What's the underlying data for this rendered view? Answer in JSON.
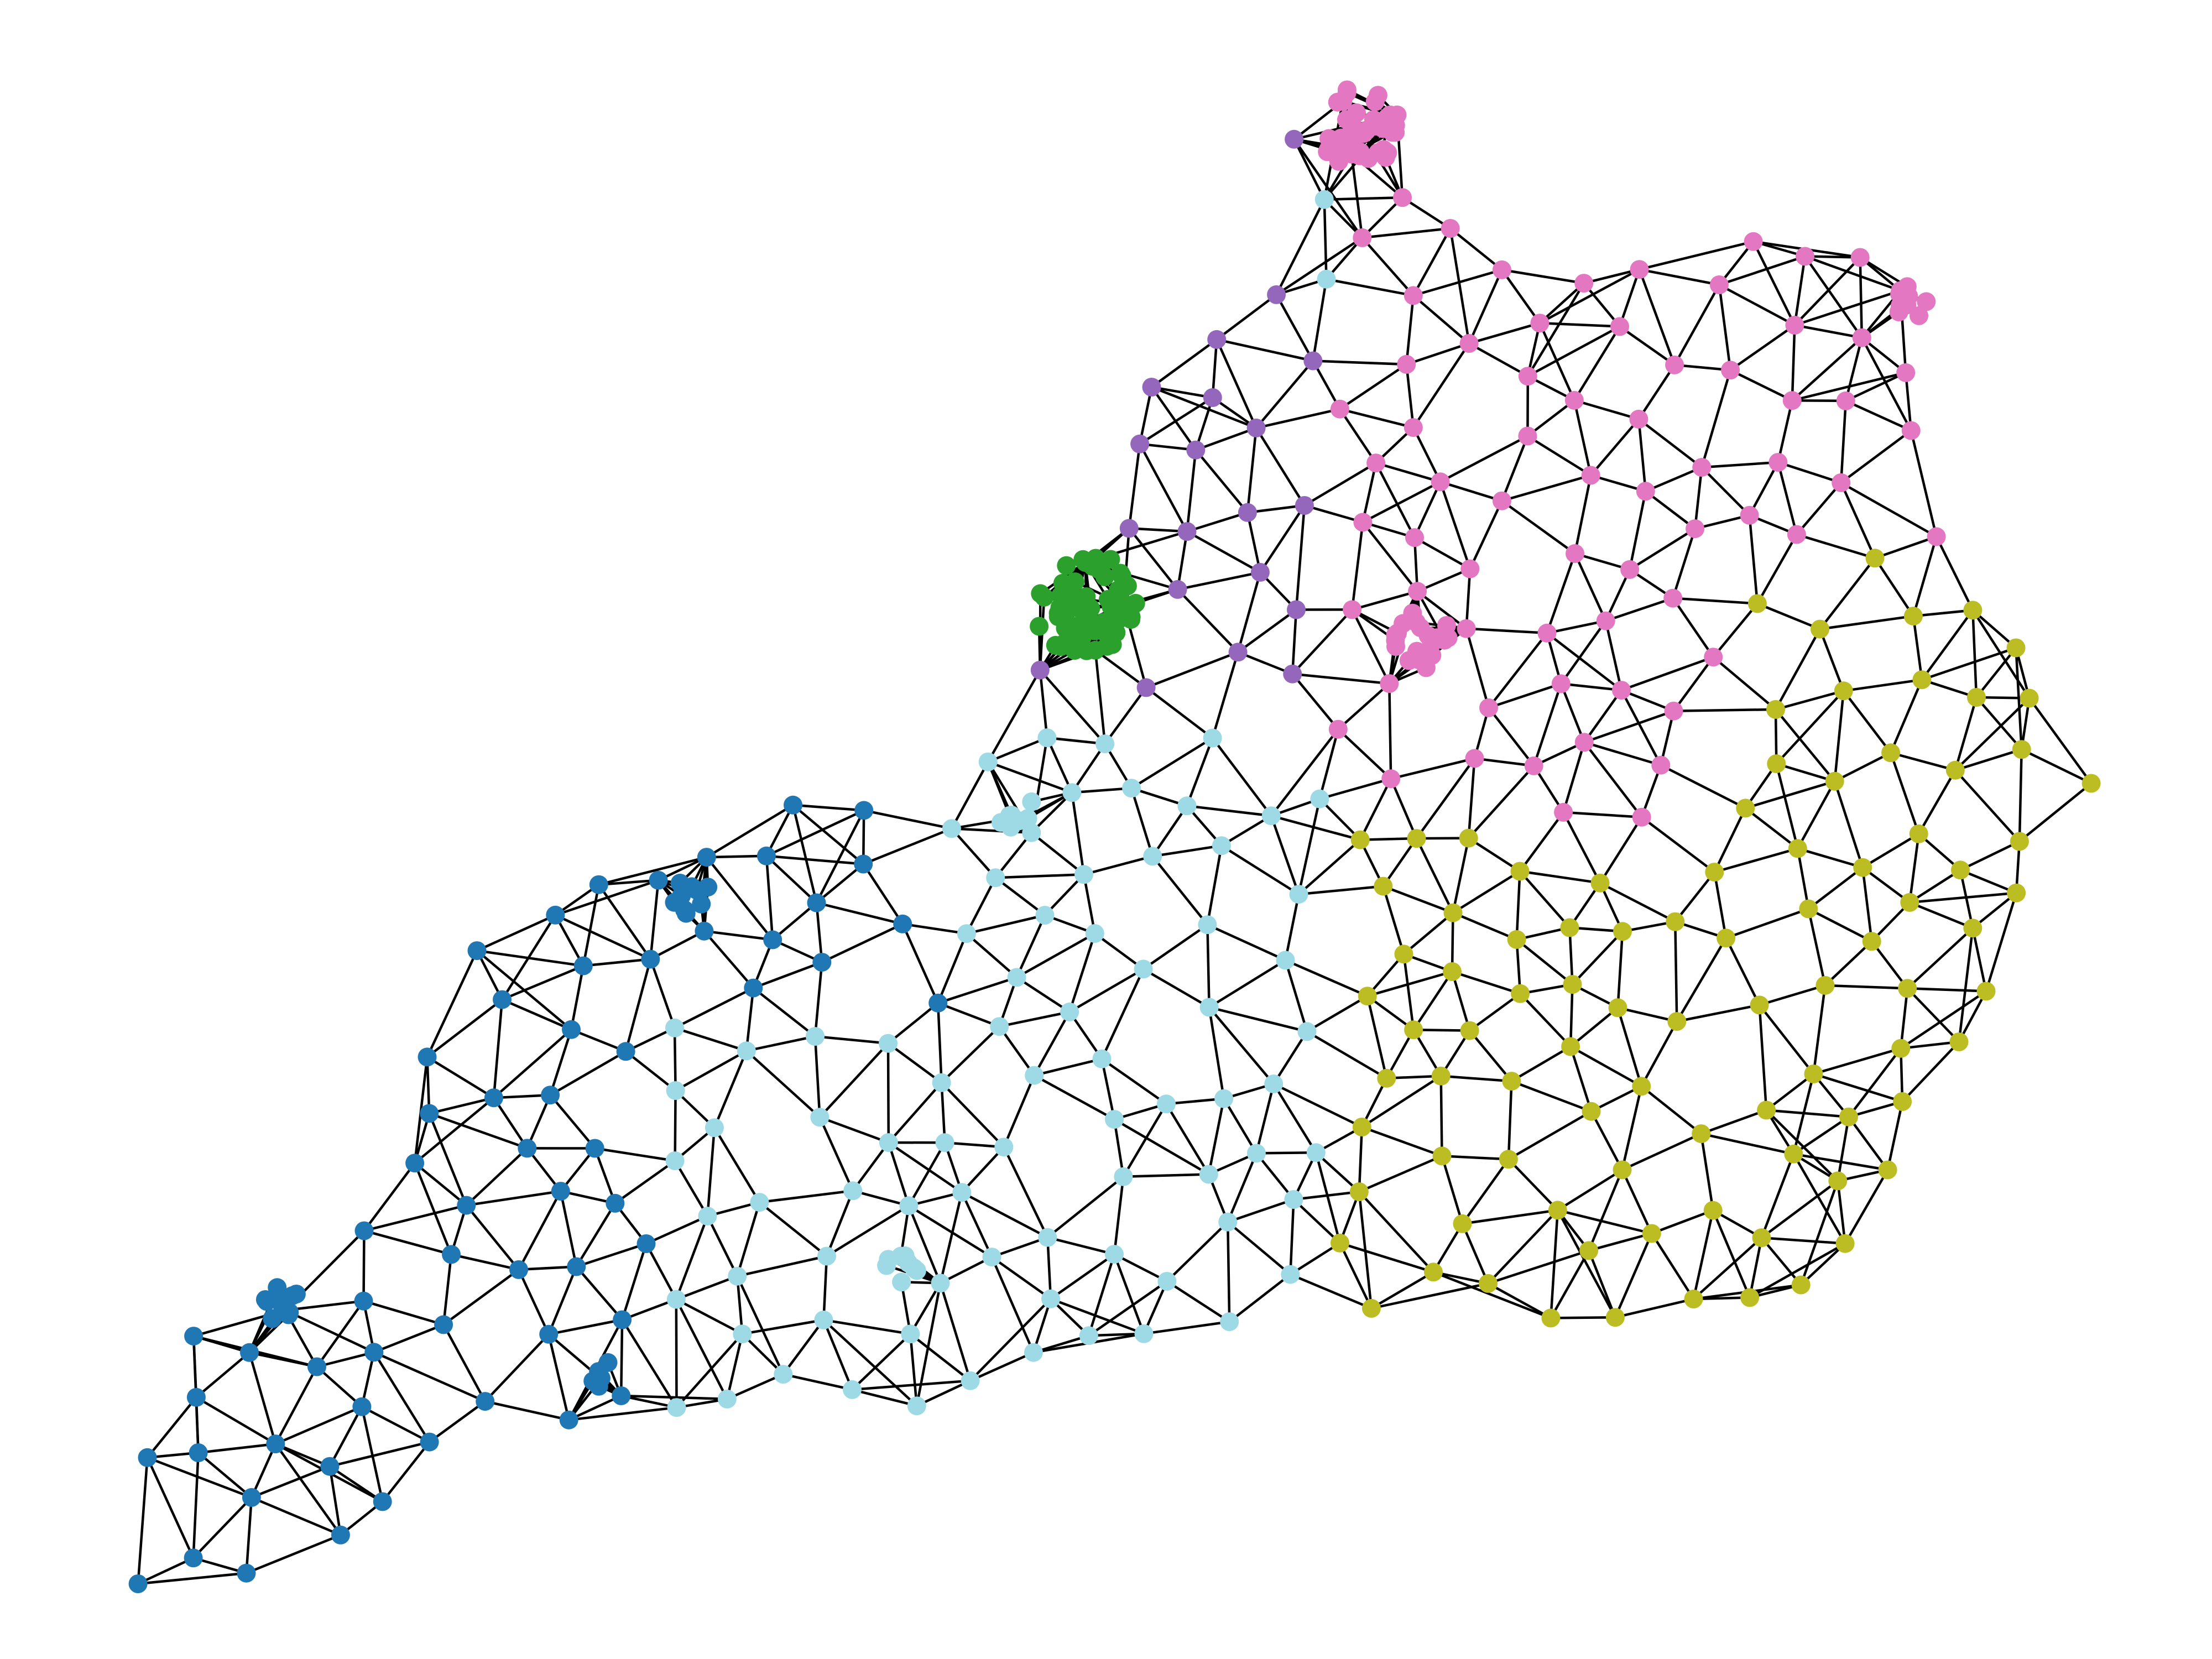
{
  "figure": {
    "kind": "partitioned planar graph (districting map)",
    "background": "#ffffff",
    "edge_color": "#000000",
    "text_labels": []
  },
  "partitions": [
    {
      "id": "dark-blue",
      "color": "#1f77b4",
      "region": "western"
    },
    {
      "id": "green",
      "color": "#2ca02c",
      "region": "urban-cluster-north-central"
    },
    {
      "id": "light-blue",
      "color": "#9edae5",
      "region": "south-central"
    },
    {
      "id": "purple",
      "color": "#9467bd",
      "region": "northern"
    },
    {
      "id": "pink",
      "color": "#e377c2",
      "region": "north-east-central"
    },
    {
      "id": "olive",
      "color": "#bcbd22",
      "region": "eastern"
    }
  ]
}
